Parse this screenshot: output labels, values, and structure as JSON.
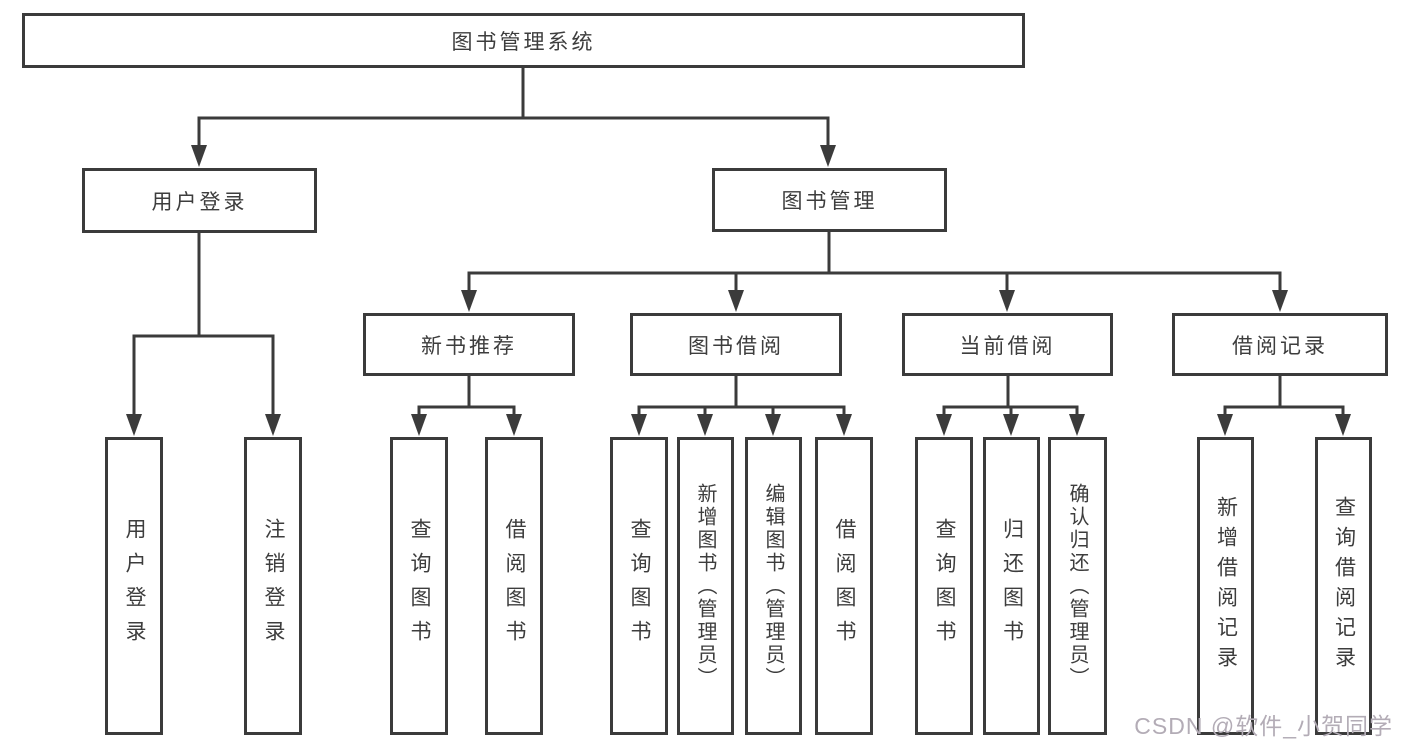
{
  "diagram": {
    "root": "图书管理系统",
    "level1": [
      "用户登录",
      "图书管理"
    ],
    "level2": [
      "新书推荐",
      "图书借阅",
      "当前借阅",
      "借阅记录"
    ],
    "leaves": {
      "user_login": [
        "用户登录",
        "注销登录"
      ],
      "new_book": [
        "查询图书",
        "借阅图书"
      ],
      "book_borrow": [
        "查询图书",
        "新增图书（管理员）",
        "编辑图书（管理员）",
        "借阅图书"
      ],
      "current_borrow": [
        "查询图书",
        "归还图书",
        "确认归还（管理员）"
      ],
      "borrow_records": [
        "新增借阅记录",
        "查询借阅记录"
      ]
    }
  },
  "watermark": "CSDN @软件_小贺同学",
  "colors": {
    "line": "#3b3b3b",
    "text": "#3d3d3d",
    "watermark": "#b3acb6",
    "background": "#ffffff"
  }
}
